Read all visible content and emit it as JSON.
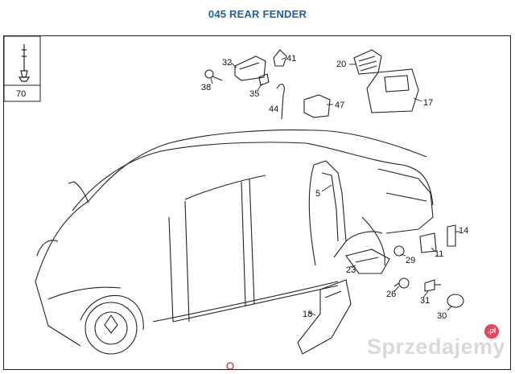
{
  "header": {
    "title": "045 REAR FENDER",
    "title_color": "#1f5fa8"
  },
  "inset": {
    "part_number": "70"
  },
  "callouts": {
    "c32": "32",
    "c41": "41",
    "c38": "38",
    "c35": "35",
    "c44": "44",
    "c20": "20",
    "c17": "17",
    "c47": "47",
    "c5": "5",
    "c14": "14",
    "c29": "29",
    "c11": "11",
    "c23": "23",
    "c26": "26",
    "c31": "31",
    "c30": "30",
    "c18": "18"
  },
  "watermark": {
    "text": "Sprzedajemy",
    "badge": ".pl",
    "badge_color": "#e8445a"
  }
}
